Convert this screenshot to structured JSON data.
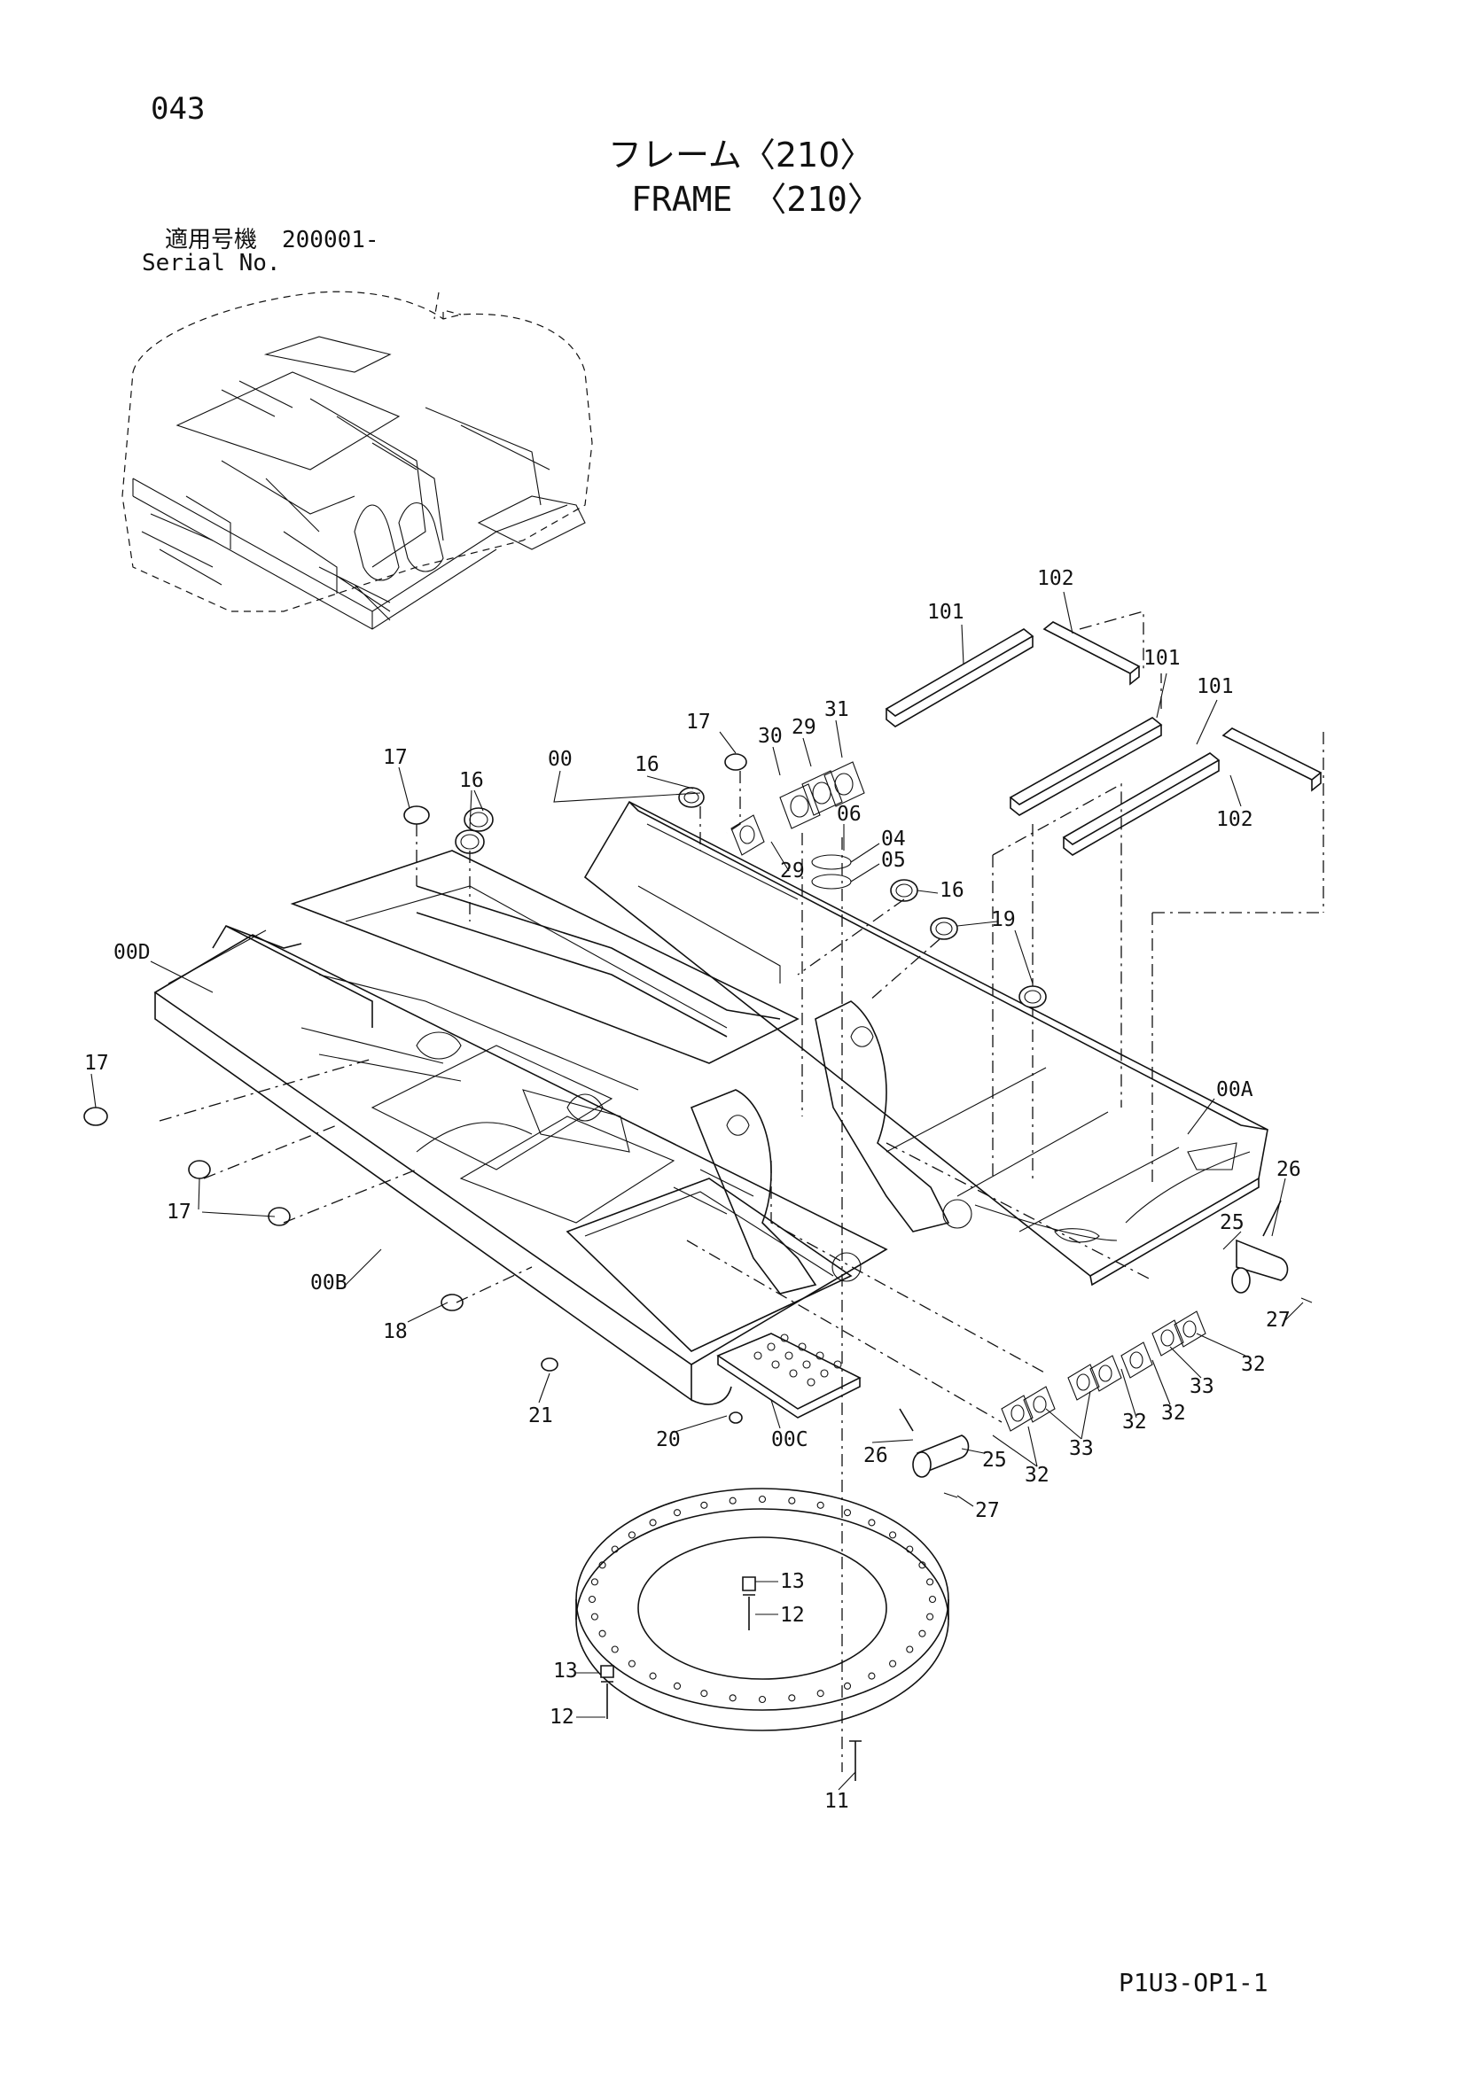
{
  "header": {
    "page_number": "043",
    "title_jp": "フレーム〈210〉",
    "title_en": "FRAME 〈210〉",
    "serial_label_jp": "適用号機",
    "serial_value": "200001-",
    "serial_label_en": "Serial No."
  },
  "footer": {
    "code": "P1U3-OP1-1"
  },
  "callouts": [
    "101",
    "102",
    "101",
    "101",
    "102",
    "17",
    "30",
    "29",
    "31",
    "17",
    "16",
    "00",
    "16",
    "06",
    "29",
    "04",
    "05",
    "16",
    "19",
    "00D",
    "17",
    "00A",
    "26",
    "17",
    "25",
    "00B",
    "27",
    "18",
    "32",
    "33",
    "21",
    "32",
    "32",
    "20",
    "00C",
    "26",
    "33",
    "32",
    "25",
    "27",
    "13",
    "12",
    "13",
    "12",
    "11"
  ]
}
